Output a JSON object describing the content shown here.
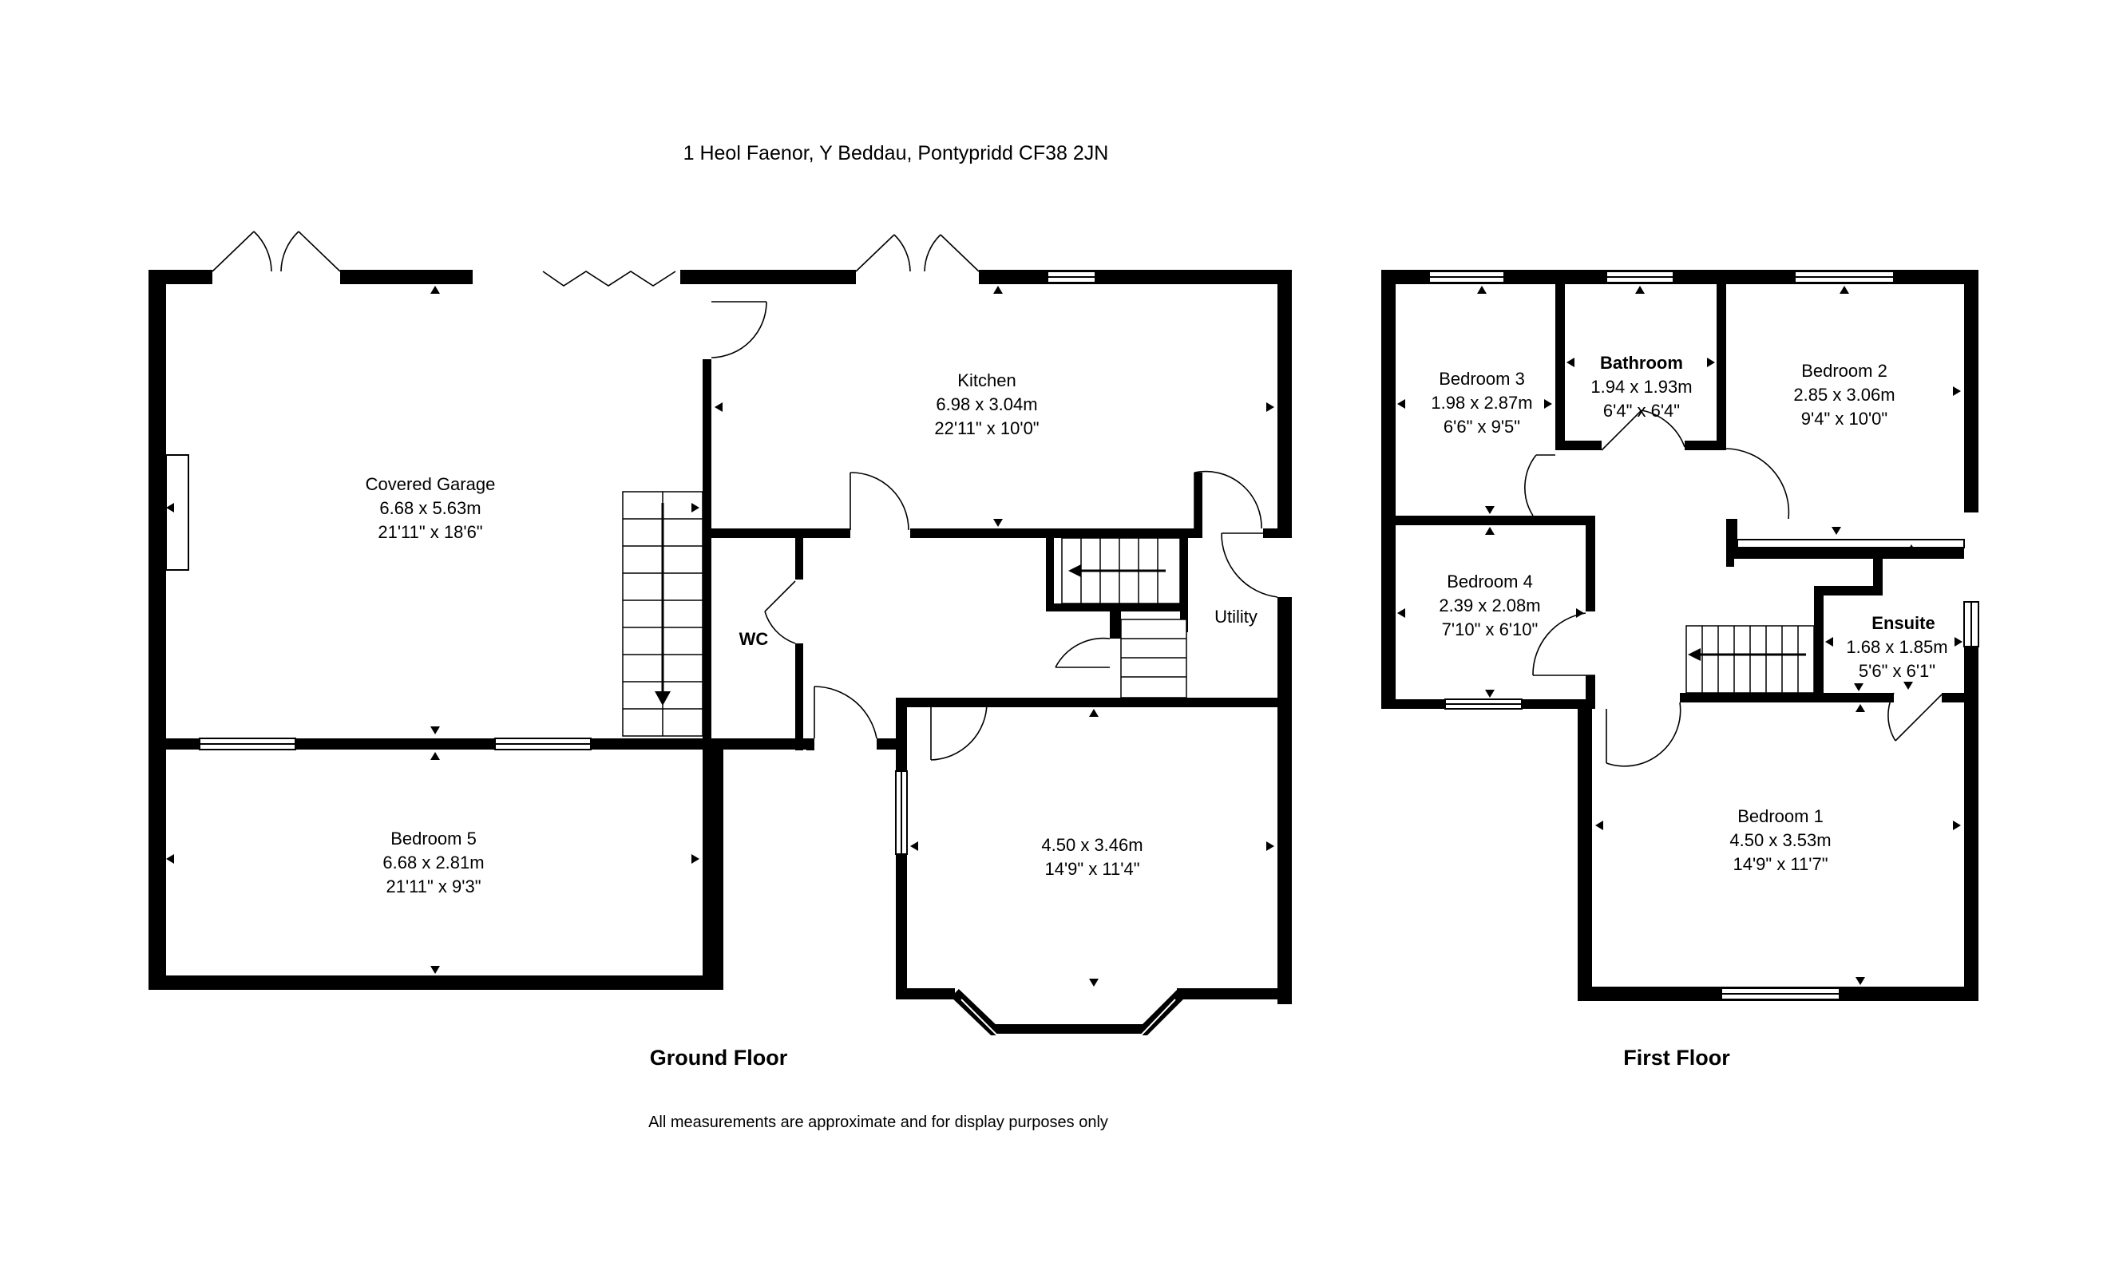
{
  "address": "1 Heol Faenor, Y Beddau, Pontypridd CF38 2JN",
  "footer_note": "All measurements are approximate and for display purposes only",
  "floors": [
    {
      "label": "Ground Floor",
      "rooms": [
        {
          "name": "Covered Garage",
          "metric": "6.68 x 5.63m",
          "imperial": "21'11\" x 18'6\""
        },
        {
          "name": "Kitchen",
          "metric": "6.98 x 3.04m",
          "imperial": "22'11\" x 10'0\""
        },
        {
          "name": "WC"
        },
        {
          "name": "Utility"
        },
        {
          "name": "Bedroom 5",
          "metric": "6.68 x 2.81m",
          "imperial": "21'11\" x 9'3\""
        },
        {
          "name": "",
          "metric": "4.50 x 3.46m",
          "imperial": "14'9\" x 11'4\""
        }
      ]
    },
    {
      "label": "First Floor",
      "rooms": [
        {
          "name": "Bedroom 3",
          "metric": "1.98 x 2.87m",
          "imperial": "6'6\" x 9'5\""
        },
        {
          "name": "Bathroom",
          "metric": "1.94 x 1.93m",
          "imperial": "6'4\" x 6'4\""
        },
        {
          "name": "Bedroom 2",
          "metric": "2.85 x 3.06m",
          "imperial": "9'4\" x 10'0\""
        },
        {
          "name": "Bedroom 4",
          "metric": "2.39 x 2.08m",
          "imperial": "7'10\" x 6'10\""
        },
        {
          "name": "Ensuite",
          "metric": "1.68 x 1.85m",
          "imperial": "5'6\" x 6'1\""
        },
        {
          "name": "Bedroom 1",
          "metric": "4.50 x 3.53m",
          "imperial": "14'9\" x 11'7\""
        }
      ]
    }
  ]
}
